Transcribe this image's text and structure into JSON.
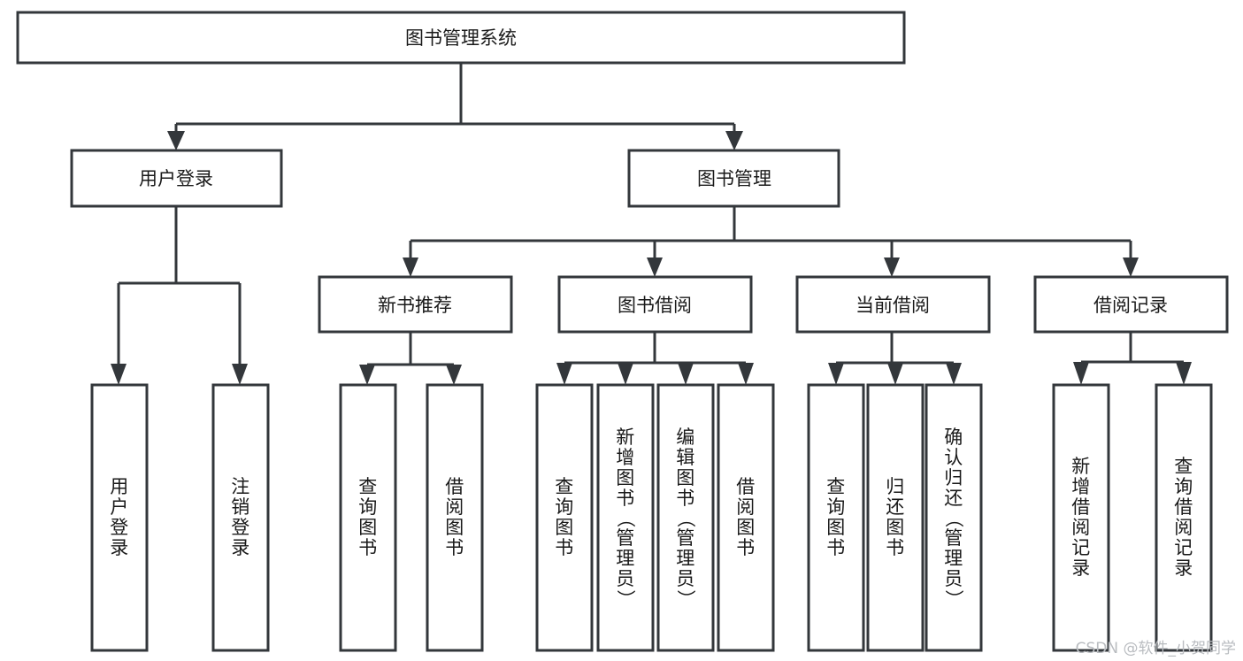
{
  "diagram": {
    "title": "图书管理系统",
    "type": "tree-hierarchy-flowchart",
    "colors": {
      "box_stroke": "#33373b",
      "box_fill": "#ffffff",
      "text": "#1a1a1a",
      "background": "#ffffff",
      "watermark": "#b9bcc0"
    },
    "root": {
      "label": "图书管理系统"
    },
    "level2": [
      {
        "label": "用户登录"
      },
      {
        "label": "图书管理"
      }
    ],
    "level3": [
      {
        "label": "新书推荐"
      },
      {
        "label": "图书借阅"
      },
      {
        "label": "当前借阅"
      },
      {
        "label": "借阅记录"
      }
    ],
    "leaves": {
      "user_login": [
        {
          "label": "用户登录"
        },
        {
          "label": "注销登录"
        }
      ],
      "new_book_recommend": [
        {
          "label": "查询图书"
        },
        {
          "label": "借阅图书"
        }
      ],
      "book_borrow": [
        {
          "label": "查询图书"
        },
        {
          "label": "新增图书（管理员）"
        },
        {
          "label": "编辑图书（管理员）"
        },
        {
          "label": "借阅图书"
        }
      ],
      "current_borrow": [
        {
          "label": "查询图书"
        },
        {
          "label": "归还图书"
        },
        {
          "label": "确认归还（管理员）"
        }
      ],
      "borrow_record": [
        {
          "label": "新增借阅记录"
        },
        {
          "label": "查询借阅记录"
        }
      ]
    }
  },
  "watermark": {
    "text": "CSDN @软件_小贺同学"
  }
}
